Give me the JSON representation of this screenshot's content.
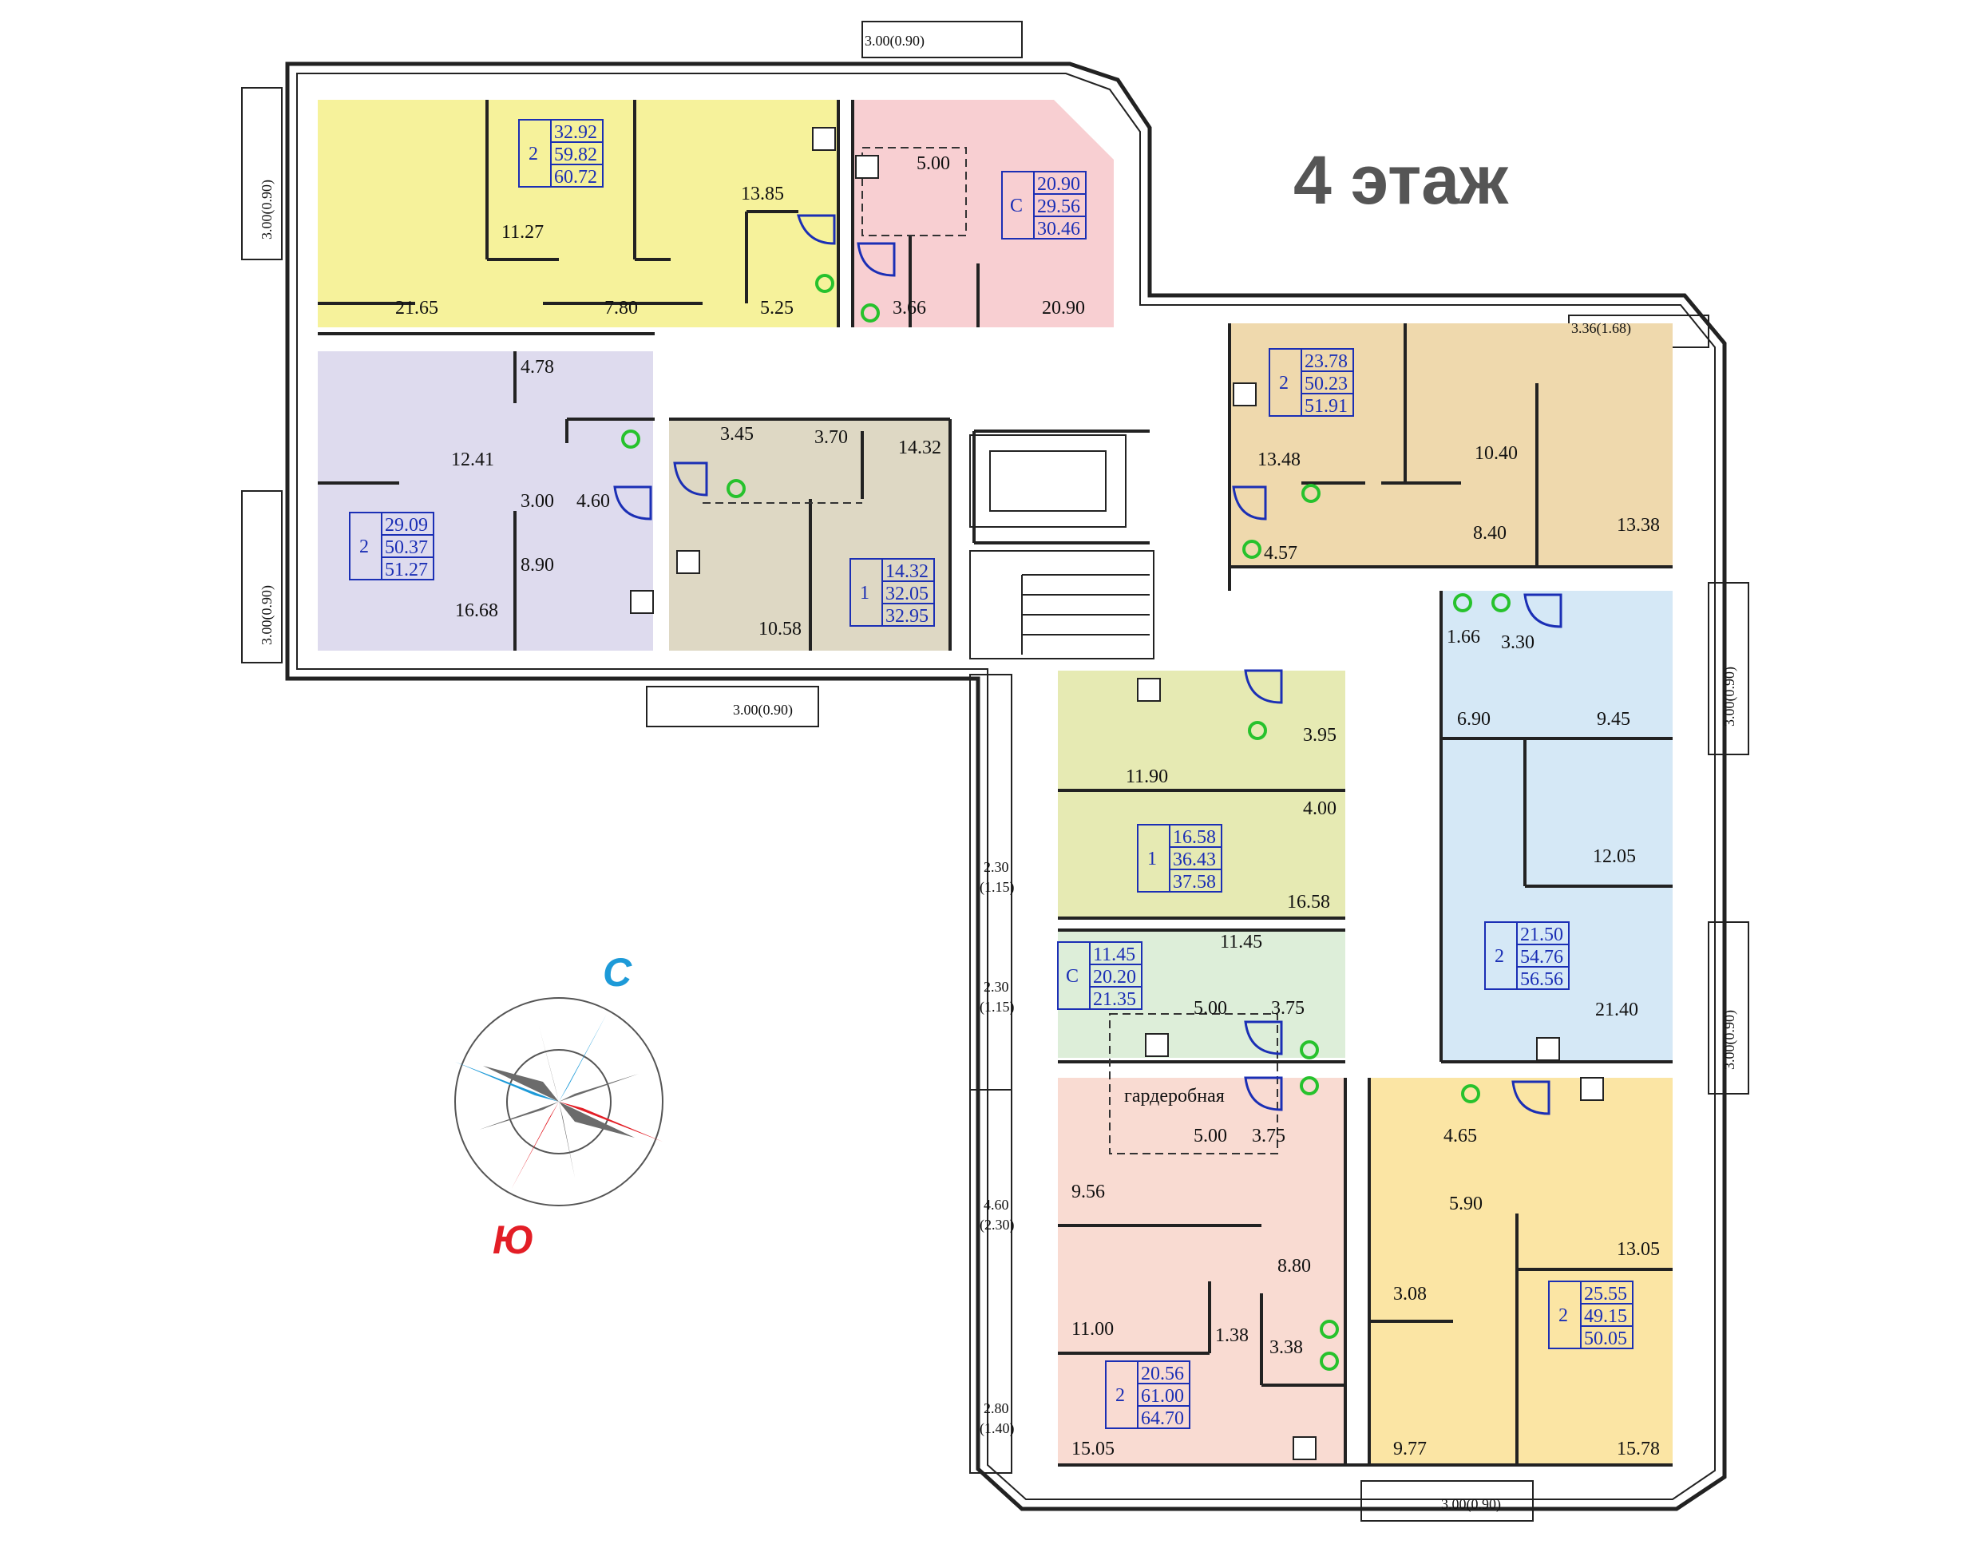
{
  "title": "4 этаж",
  "compass": {
    "north": "С",
    "south": "Ю"
  },
  "colors": {
    "yellow": "#f6f29b",
    "pink": "#f8cfd2",
    "lavender": "#dedbee",
    "khaki": "#ded8c4",
    "tan": "#efd9ad",
    "lightblue": "#d5e8f6",
    "lime": "#e6eab3",
    "mint": "#ddeed9",
    "salmon": "#f9dbd2",
    "gold": "#fbe5a4",
    "north_blue": "#1d9ad8",
    "south_red": "#e31e26"
  },
  "balconies": [
    "3.00(0.90)",
    "3.00(0.90)",
    "3.00(0.90)",
    "3.00(0.90)",
    "3.36(1.68)",
    "3.00(0.90)",
    "3.00(0.90)",
    "3.00(0.90)"
  ],
  "side_balconies": [
    {
      "a": "2.30",
      "b": "(1.15)"
    },
    {
      "a": "2.30",
      "b": "(1.15)"
    },
    {
      "a": "4.60",
      "b": "(2.30)"
    },
    {
      "a": "2.80",
      "b": "(1.40)"
    }
  ],
  "apartments": [
    {
      "rooms": "2",
      "living": "32.92",
      "total": "59.82",
      "full": "60.72"
    },
    {
      "rooms": "С",
      "living": "20.90",
      "total": "29.56",
      "full": "30.46"
    },
    {
      "rooms": "2",
      "living": "29.09",
      "total": "50.37",
      "full": "51.27"
    },
    {
      "rooms": "1",
      "living": "14.32",
      "total": "32.05",
      "full": "32.95"
    },
    {
      "rooms": "2",
      "living": "23.78",
      "total": "50.23",
      "full": "51.91"
    },
    {
      "rooms": "2",
      "living": "21.50",
      "total": "54.76",
      "full": "56.56"
    },
    {
      "rooms": "1",
      "living": "16.58",
      "total": "36.43",
      "full": "37.58"
    },
    {
      "rooms": "С",
      "living": "11.45",
      "total": "20.20",
      "full": "21.35"
    },
    {
      "rooms": "2",
      "living": "20.56",
      "total": "61.00",
      "full": "64.70"
    },
    {
      "rooms": "2",
      "living": "25.55",
      "total": "49.15",
      "full": "50.05"
    }
  ],
  "rooms": [
    "11.27",
    "13.85",
    "21.65",
    "7.80",
    "5.25",
    "5.00",
    "3.66",
    "20.90",
    "4.78",
    "12.41",
    "3.00",
    "4.60",
    "8.90",
    "16.68",
    "3.45",
    "3.70",
    "14.32",
    "10.58",
    "13.48",
    "10.40",
    "13.38",
    "8.40",
    "4.57",
    "1.66",
    "3.30",
    "6.90",
    "9.45",
    "12.05",
    "21.40",
    "3.95",
    "11.90",
    "4.00",
    "16.58",
    "11.45",
    "5.00",
    "3.75",
    "5.00",
    "3.75",
    "9.56",
    "8.80",
    "3.08",
    "11.00",
    "1.38",
    "3.38",
    "15.05",
    "4.65",
    "5.90",
    "13.05",
    "9.77",
    "15.78"
  ],
  "wardrobe": "гардеробная"
}
